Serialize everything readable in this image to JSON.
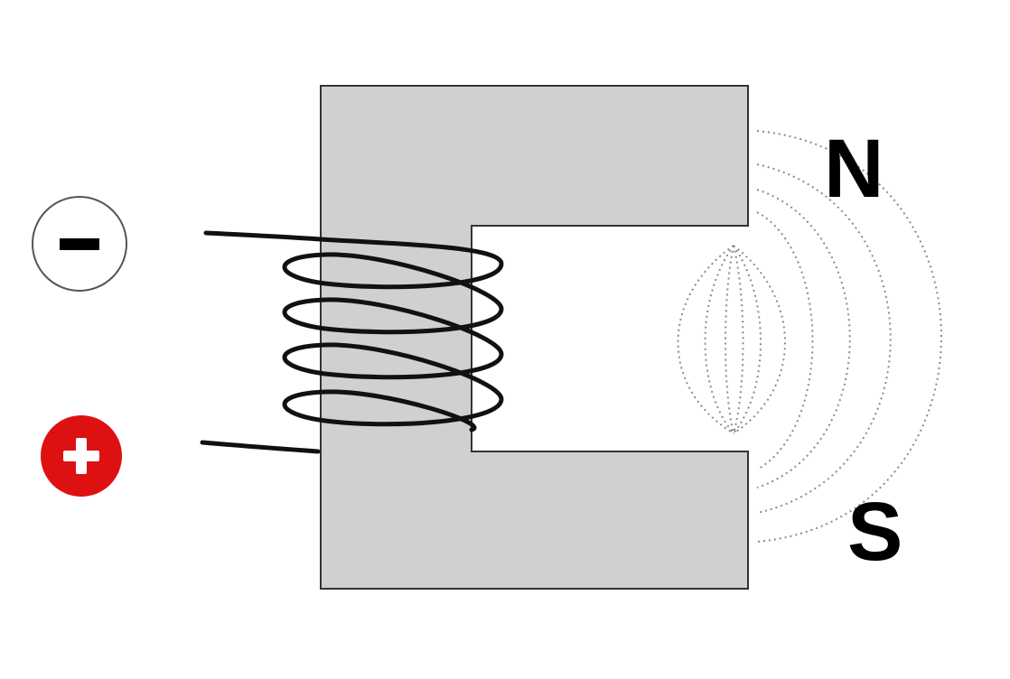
{
  "labels": {
    "north": "N",
    "south": "S",
    "negative": "-",
    "positive": "+"
  },
  "components": {
    "core": "c-shaped-iron-core",
    "coil": "wire-coil",
    "field": "magnetic-field-lines"
  },
  "colors": {
    "core_fill": "#d0d0d0",
    "core_stroke": "#333333",
    "wire": "#111111",
    "field_lines": "#8a8a8a",
    "positive_terminal": "#dd1111",
    "negative_terminal": "#ffffff",
    "label_text": "#000000"
  }
}
